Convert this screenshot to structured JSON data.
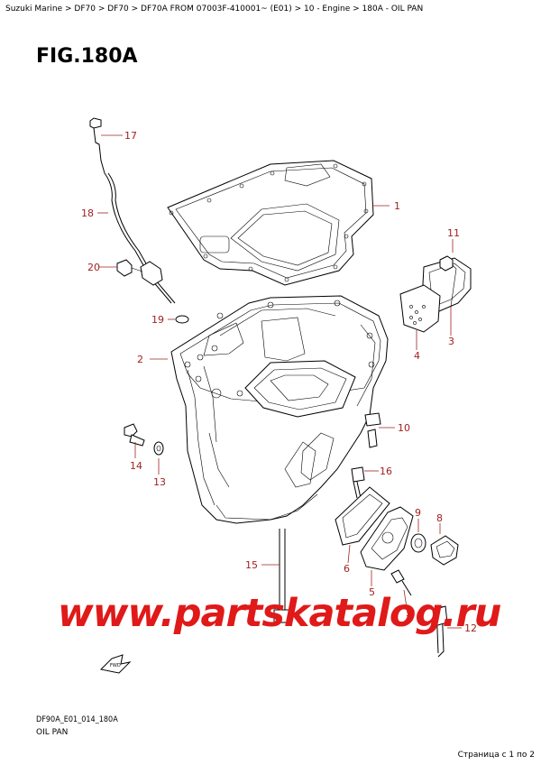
{
  "breadcrumb": "Suzuki Marine > DF70 > DF70 > DF70A FROM 07003F-410001~ (E01) > 10 - Engine > 180A - OIL PAN",
  "figure_title": "FIG.180A",
  "callouts": {
    "c1": "1",
    "c2": "2",
    "c3": "3",
    "c4": "4",
    "c5": "5",
    "c6": "6",
    "c7": "7",
    "c8": "8",
    "c9": "9",
    "c10": "10",
    "c11": "11",
    "c12": "12",
    "c13": "13",
    "c14": "14",
    "c15": "15",
    "c16": "16",
    "c17": "17",
    "c18": "18",
    "c19": "19",
    "c20": "20"
  },
  "fwd_label": "FWD",
  "watermark": "www.partskatalog.ru",
  "footer": {
    "code": "DF90A_E01_014_180A",
    "name": "OIL PAN",
    "page_indicator": "Страница с 1 по 2"
  },
  "colors": {
    "callout": "#a32020",
    "watermark": "#e01919"
  }
}
